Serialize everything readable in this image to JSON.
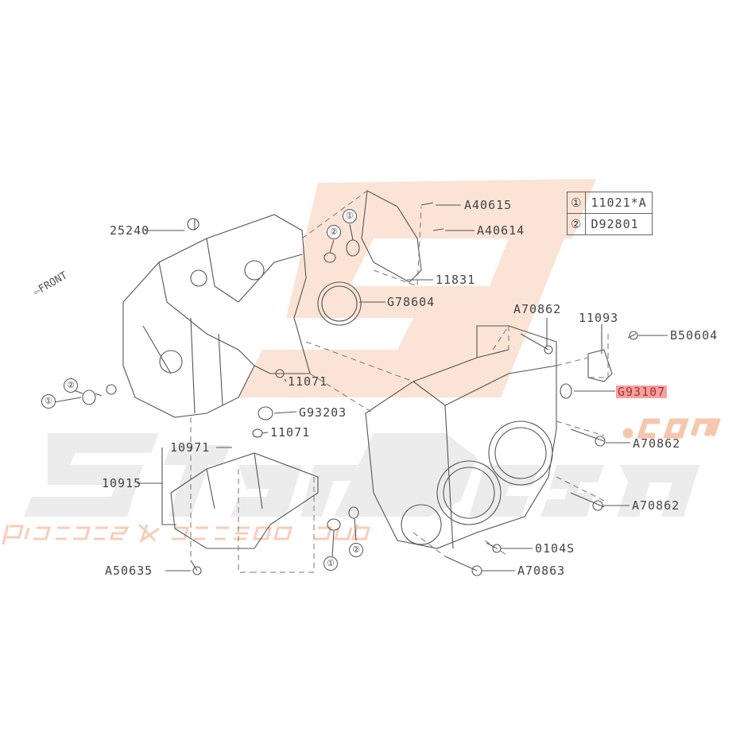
{
  "watermark": {
    "brand": "StarDesign",
    "domain": ".com",
    "tagline": "pièces & accessoires Subaru",
    "logo": "SD",
    "color_orange": "#f6b99a",
    "color_grey": "#d8d8d8"
  },
  "legend": [
    {
      "num": "①",
      "part": "11021*A"
    },
    {
      "num": "②",
      "part": "D92801"
    }
  ],
  "direction": "FRONT",
  "labels": {
    "a40615": "A40615",
    "a40614": "A40614",
    "p11831": "11831",
    "g78604": "G78604",
    "p25240": "25240",
    "p11071a": "11071",
    "g93203": "G93203",
    "p11071b": "11071",
    "p10971": "10971",
    "p10915": "10915",
    "a50635": "A50635",
    "a70862a": "A70862",
    "p11093": "11093",
    "b50604": "B50604",
    "g93107": "G93107",
    "a70862b": "A70862",
    "a70862c": "A70862",
    "p0104s": "0104S",
    "a70863": "A70863"
  },
  "callouts": {
    "one": "①",
    "two": "②"
  },
  "highlight_color": "#f4a0a0"
}
